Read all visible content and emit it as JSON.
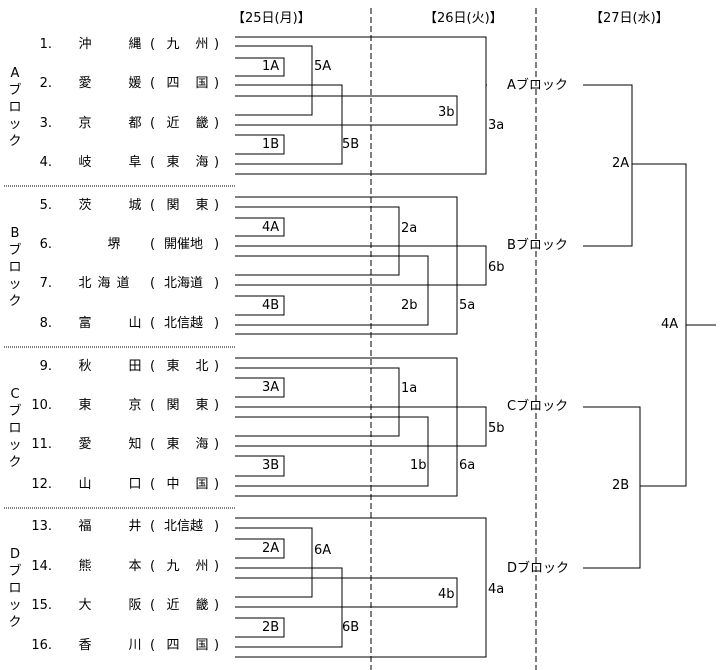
{
  "headers": [
    "【25日(月)】",
    "【26日(火)】",
    "【27日(水)】"
  ],
  "blocks": [
    {
      "label": "Aブロック",
      "entries": [
        {
          "num": "1.",
          "name": [
            "沖",
            "縄"
          ],
          "region": [
            "九",
            "州"
          ]
        },
        {
          "num": "2.",
          "name": [
            "愛",
            "媛"
          ],
          "region": [
            "四",
            "国"
          ]
        },
        {
          "num": "3.",
          "name": [
            "京",
            "都"
          ],
          "region": [
            "近",
            "畿"
          ]
        },
        {
          "num": "4.",
          "name": [
            "岐",
            "阜"
          ],
          "region": [
            "東",
            "海"
          ]
        }
      ]
    },
    {
      "label": "Bブロック",
      "entries": [
        {
          "num": "5.",
          "name": [
            "茨",
            "城"
          ],
          "region": [
            "関",
            "東"
          ]
        },
        {
          "num": "6.",
          "name": [
            "堺"
          ],
          "region": [
            "開催地"
          ]
        },
        {
          "num": "7.",
          "name": [
            "北",
            "海",
            "道"
          ],
          "region": [
            "北海道"
          ]
        },
        {
          "num": "8.",
          "name": [
            "富",
            "山"
          ],
          "region": [
            "北信越"
          ]
        }
      ]
    },
    {
      "label": "Cブロック",
      "entries": [
        {
          "num": "9.",
          "name": [
            "秋",
            "田"
          ],
          "region": [
            "東",
            "北"
          ]
        },
        {
          "num": "10.",
          "name": [
            "東",
            "京"
          ],
          "region": [
            "関",
            "東"
          ]
        },
        {
          "num": "11.",
          "name": [
            "愛",
            "知"
          ],
          "region": [
            "東",
            "海"
          ]
        },
        {
          "num": "12.",
          "name": [
            "山",
            "口"
          ],
          "region": [
            "中",
            "国"
          ]
        }
      ]
    },
    {
      "label": "Dブロック",
      "entries": [
        {
          "num": "13.",
          "name": [
            "福",
            "井"
          ],
          "region": [
            "北信越"
          ]
        },
        {
          "num": "14.",
          "name": [
            "熊",
            "本"
          ],
          "region": [
            "九",
            "州"
          ]
        },
        {
          "num": "15.",
          "name": [
            "大",
            "阪"
          ],
          "region": [
            "近",
            "畿"
          ]
        },
        {
          "num": "16.",
          "name": [
            "香",
            "川"
          ],
          "region": [
            "四",
            "国"
          ]
        }
      ]
    }
  ],
  "match_labels": [
    "1A",
    "1B",
    "5A",
    "5B",
    "3b",
    "3a",
    "4A",
    "4B",
    "2a",
    "2b",
    "6b",
    "5a",
    "3A",
    "3B",
    "1a",
    "1b",
    "5b",
    "6a",
    "2A",
    "2B",
    "6A",
    "6B",
    "4b",
    "4a"
  ],
  "block_winners": [
    "Aブロック",
    "Bブロック",
    "Cブロック",
    "Dブロック"
  ],
  "final_labels": [
    "2A",
    "2B",
    "4A"
  ]
}
